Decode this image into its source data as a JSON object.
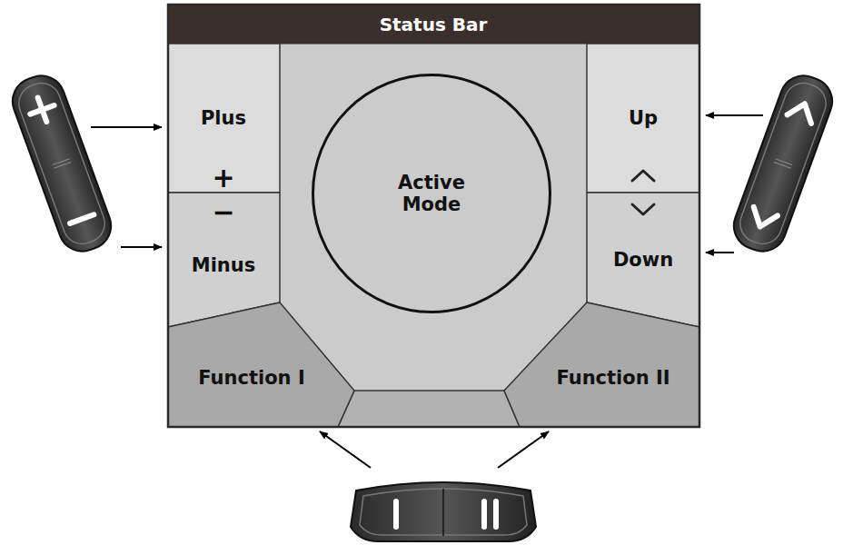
{
  "diagram": {
    "nodes": [
      {
        "text": [
          "Status Bar"
        ]
      },
      {
        "text": [
          "Plus",
          "+"
        ]
      },
      {
        "text": [
          "Up"
        ]
      },
      {
        "text": [
          "−",
          "Minus"
        ]
      },
      {
        "text": [
          "Active Mode"
        ]
      },
      {
        "text": [
          "Down"
        ]
      },
      {
        "text": [
          "Function I"
        ]
      },
      {
        "text": [
          "Function II"
        ]
      }
    ]
  }
}
